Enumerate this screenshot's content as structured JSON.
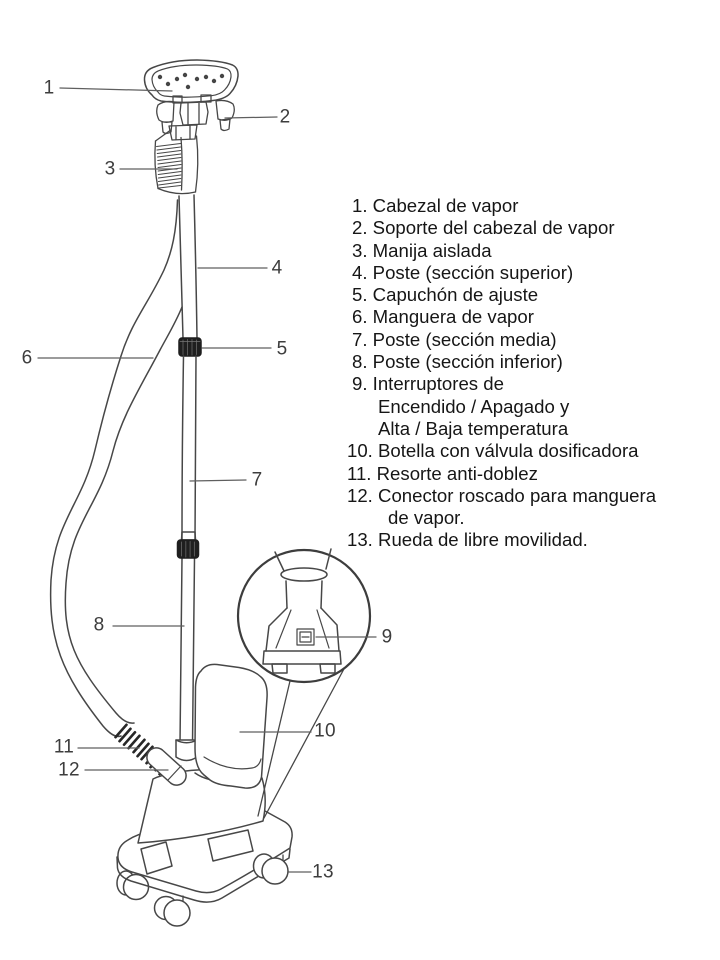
{
  "page": {
    "background": "#ffffff"
  },
  "callouts": [
    "1",
    "2",
    "3",
    "4",
    "5",
    "6",
    "7",
    "8",
    "9",
    "10",
    "11",
    "12",
    "13"
  ],
  "legend": {
    "lines": [
      {
        "text": "1. Cabezal de vapor"
      },
      {
        "text": "2. Soporte del cabezal de vapor"
      },
      {
        "text": "3. Manija aislada"
      },
      {
        "text": "4. Poste (sección superior)"
      },
      {
        "text": "5. Capuchón de ajuste"
      },
      {
        "text": "6. Manguera de vapor"
      },
      {
        "text": "7. Poste (sección media)"
      },
      {
        "text": "8. Poste (sección inferior)"
      },
      {
        "text": "9. Interruptores de"
      },
      {
        "text": "Encendido / Apagado y"
      },
      {
        "text": "Alta / Baja temperatura"
      },
      {
        "text": "10. Botella con válvula dosificadora"
      },
      {
        "text": "11. Resorte anti-doblez"
      },
      {
        "text": "12. Conector roscado para manguera"
      },
      {
        "text": "de vapor."
      },
      {
        "text": "13. Rueda de libre movilidad."
      }
    ]
  },
  "colors": {
    "background": "#ffffff",
    "line": "#474747",
    "dark_part": "#1f1f1f",
    "leader": "#5f5f5f",
    "legend_text": "#161616",
    "callout_text": "#3d3d3d"
  }
}
